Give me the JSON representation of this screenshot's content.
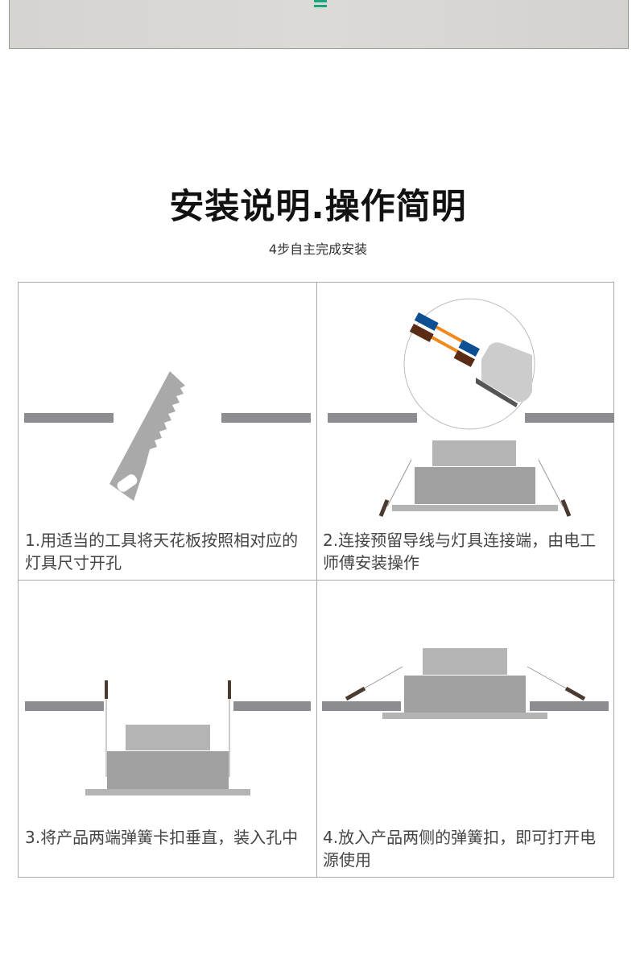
{
  "banner": {
    "accent": "#1ba57f"
  },
  "title": "安装说明.操作简明",
  "subtitle": "4步自主完成安装",
  "steps": [
    {
      "caption": "1.用适当的工具将天花板按照相对应的灯具尺寸开孔",
      "icon": "saw-icon"
    },
    {
      "caption": "2.连接预留导线与灯具连接端，由电工师傅安装操作",
      "icon": "wire-connector-icon"
    },
    {
      "caption": "3.将产品两端弹簧卡扣垂直，装入孔中",
      "icon": "lamp-insert-icon"
    },
    {
      "caption": "4.放入产品两侧的弹簧扣，即可打开电源使用",
      "icon": "lamp-installed-icon"
    }
  ]
}
